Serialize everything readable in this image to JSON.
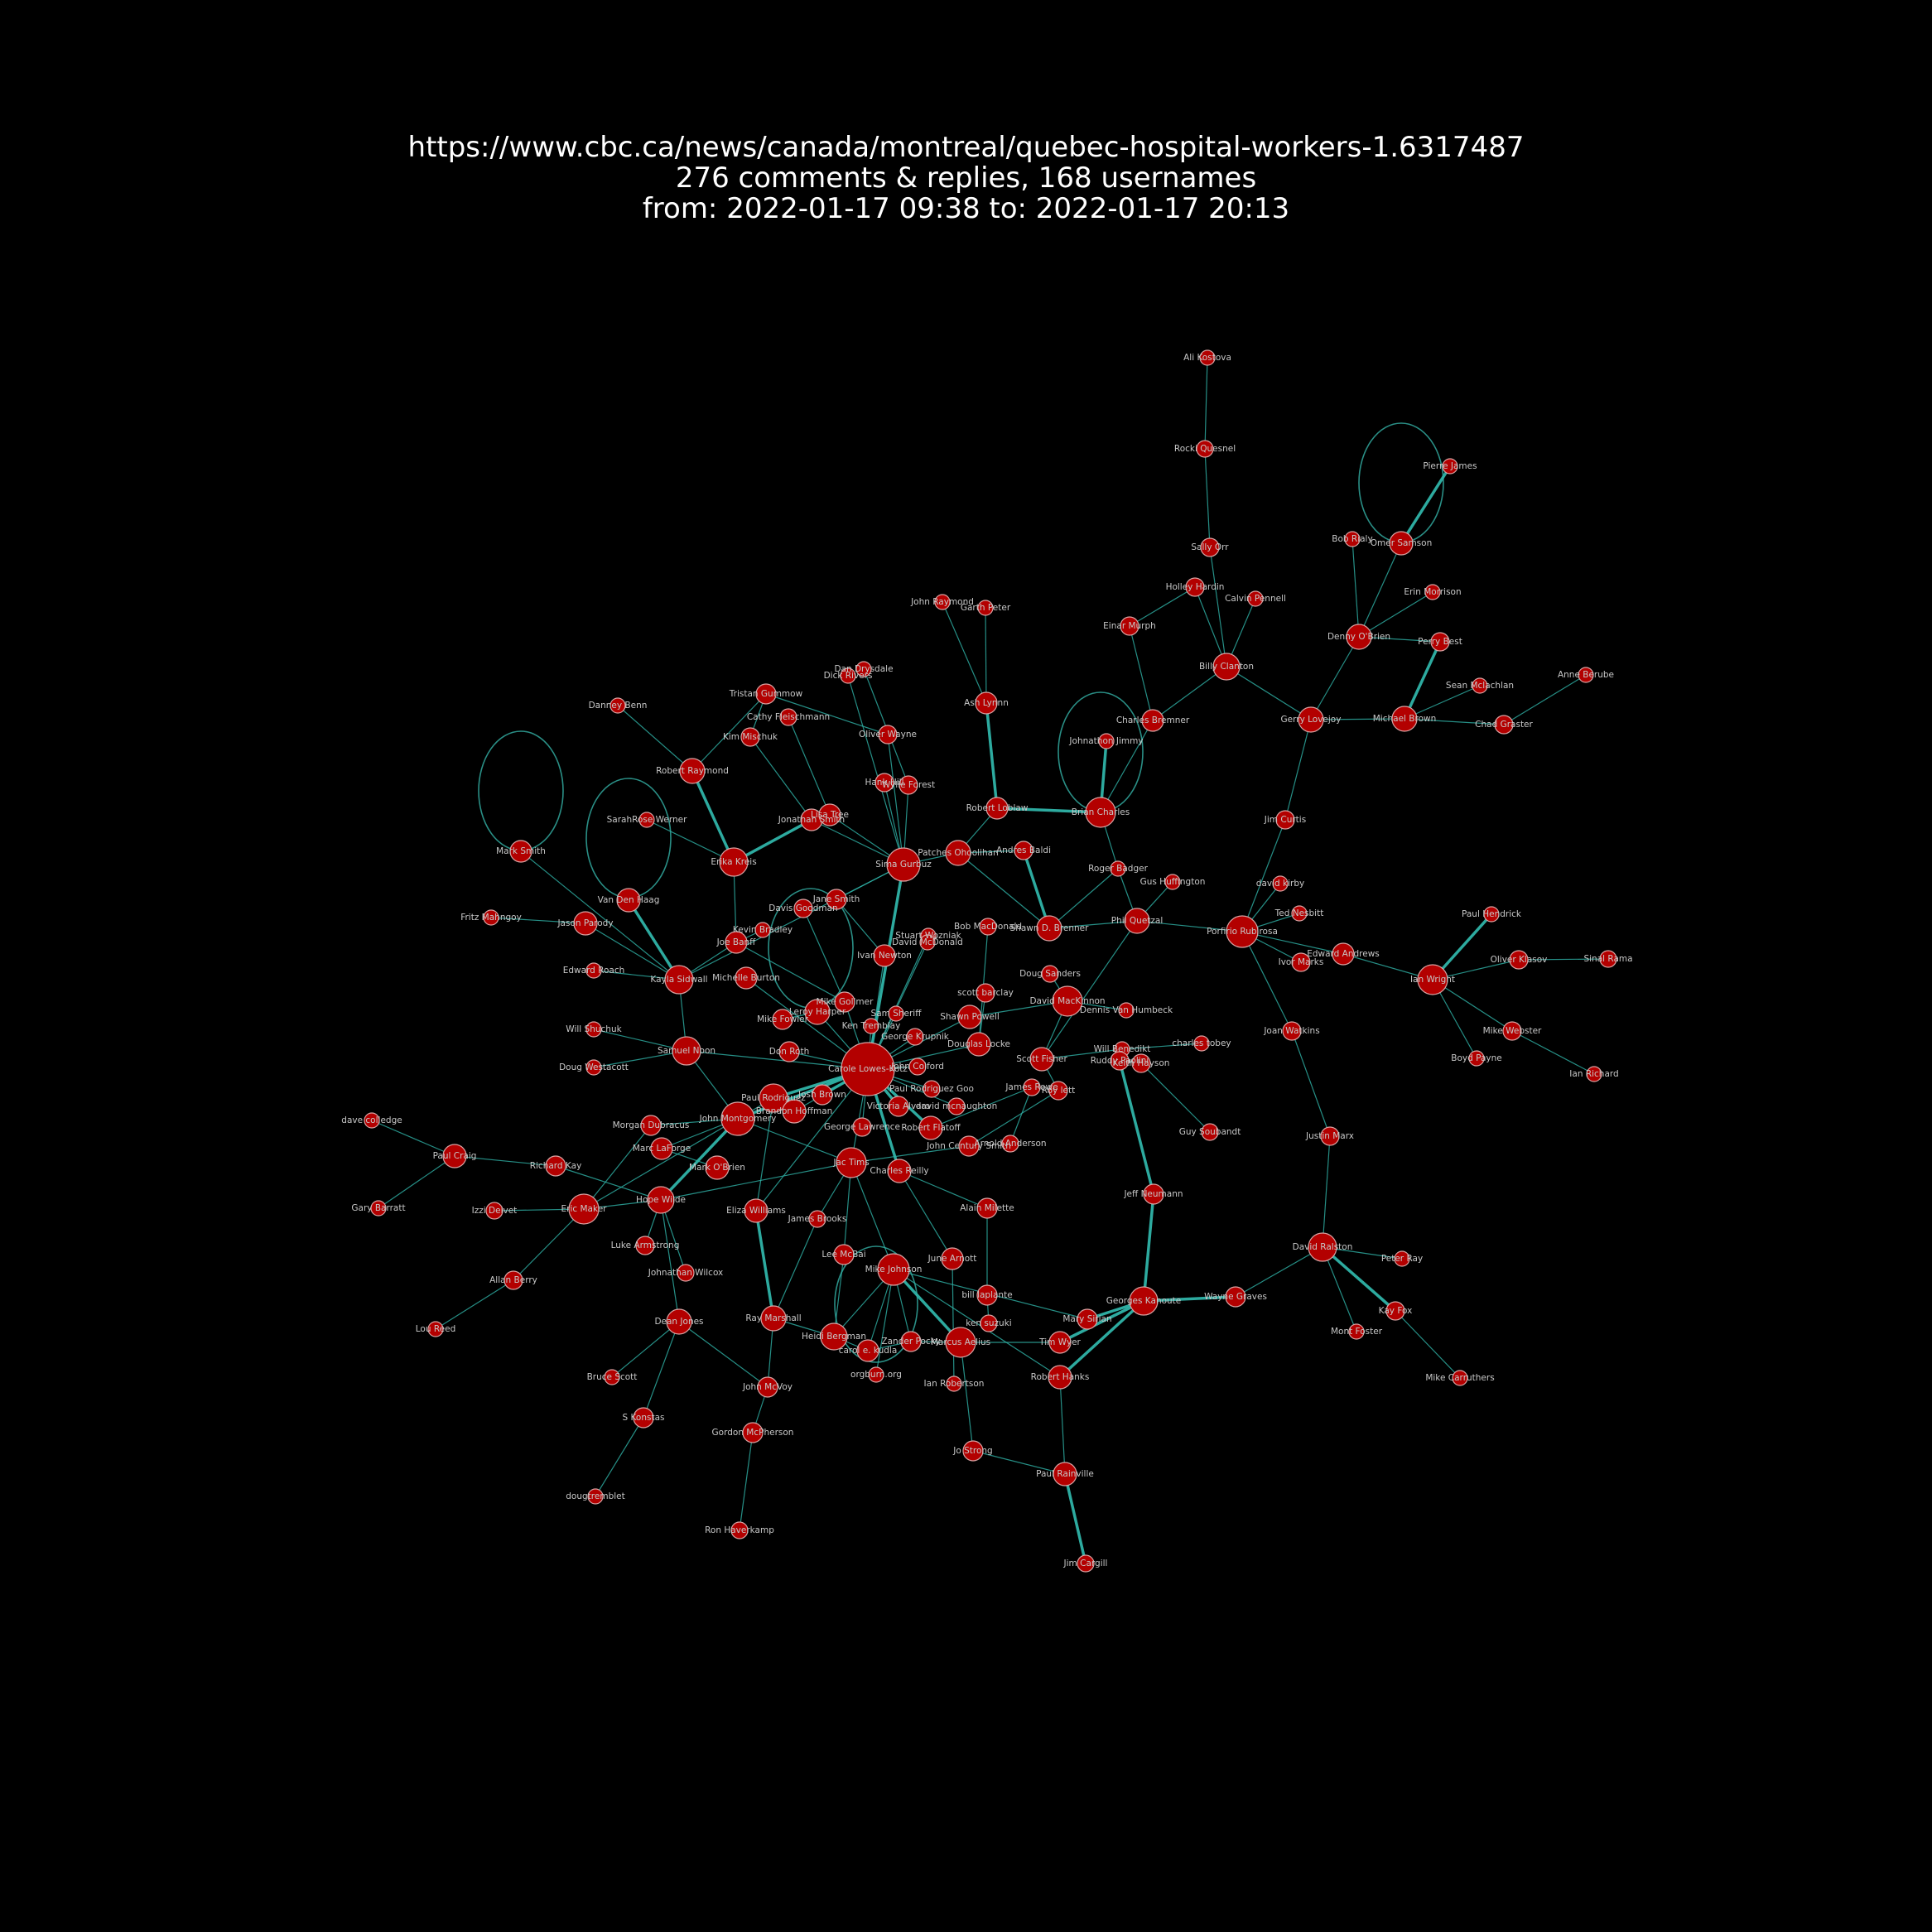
{
  "title": {
    "url": "https://www.cbc.ca/news/canada/montreal/quebec-hospital-workers-1.6317487",
    "counts": "276 comments & replies, 168 usernames",
    "range": "from: 2022-01-17 09:38 to: 2022-01-17 20:13"
  },
  "colors": {
    "background": "#000000",
    "node_fill": "#b30000",
    "node_edge": "#d9a3a3",
    "edge": "#2fb3a8",
    "label": "#c8c8c8",
    "title": "#ffffff"
  },
  "nodes": [
    {
      "id": "Ali Kostova"
    },
    {
      "id": "Rocki Quesnel"
    },
    {
      "id": "Sally Orr"
    },
    {
      "id": "Holley Hardin"
    },
    {
      "id": "Calvin Pennell"
    },
    {
      "id": "Einar Murph"
    },
    {
      "id": "Billy Clanton"
    },
    {
      "id": "Charles Bremner"
    },
    {
      "id": "Pierre James"
    },
    {
      "id": "Bob Rialy"
    },
    {
      "id": "Omer Samson"
    },
    {
      "id": "Erin Morrison"
    },
    {
      "id": "Denny O'Brien"
    },
    {
      "id": "Perry Best"
    },
    {
      "id": "Sean Mclachlan"
    },
    {
      "id": "Anne Berube"
    },
    {
      "id": "Gerry Lovejoy"
    },
    {
      "id": "Michael Brown"
    },
    {
      "id": "Chad Graster"
    },
    {
      "id": "John Raymond"
    },
    {
      "id": "Garth Peter"
    },
    {
      "id": "Ash Lynnn"
    },
    {
      "id": "Johnathon Jimmy"
    },
    {
      "id": "Robert Loblaw"
    },
    {
      "id": "Brian Charles"
    },
    {
      "id": "Jim Curtis"
    },
    {
      "id": "Roger Badger"
    },
    {
      "id": "Gus Huffington"
    },
    {
      "id": "david kirby"
    },
    {
      "id": "Ted Nesbitt"
    },
    {
      "id": "Phil Quetzal"
    },
    {
      "id": "Porfirio Rubirosa"
    },
    {
      "id": "Ivor Marks"
    },
    {
      "id": "Edward Andrews"
    },
    {
      "id": "Paul Hendrick"
    },
    {
      "id": "Ian Wright"
    },
    {
      "id": "Oliver Klasov"
    },
    {
      "id": "Sinal Rama"
    },
    {
      "id": "Mike Webster"
    },
    {
      "id": "Boyd Payne"
    },
    {
      "id": "Ian Richard"
    },
    {
      "id": "Joan Watkins"
    },
    {
      "id": "Justin Marx"
    },
    {
      "id": "Dan Drysdale"
    },
    {
      "id": "Dick Rivers"
    },
    {
      "id": "Danney Benn"
    },
    {
      "id": "Tristan Gummow"
    },
    {
      "id": "Cathy Fleischmann"
    },
    {
      "id": "Kim Mischuk"
    },
    {
      "id": "Oliver Wayne"
    },
    {
      "id": "Robert Raymond"
    },
    {
      "id": "Hank Hill"
    },
    {
      "id": "Wylie Forest"
    },
    {
      "id": "SarahRose Werner"
    },
    {
      "id": "Jonathan Smith"
    },
    {
      "id": "Lisa Tree"
    },
    {
      "id": "Mark Smith"
    },
    {
      "id": "Erika Kreis"
    },
    {
      "id": "Sima Gurbuz"
    },
    {
      "id": "Patches Ohoolihan"
    },
    {
      "id": "Andres Baldi"
    },
    {
      "id": "Van Den Haag"
    },
    {
      "id": "Jane Smith"
    },
    {
      "id": "Davis Goodman"
    },
    {
      "id": "Fritz Mahngoy"
    },
    {
      "id": "Jason Parody"
    },
    {
      "id": "Kevin Bradley"
    },
    {
      "id": "Joe Banff"
    },
    {
      "id": "Bob MacDonald"
    },
    {
      "id": "Shawn D. Brenner"
    },
    {
      "id": "Stuart Wozniak"
    },
    {
      "id": "David McDonald"
    },
    {
      "id": "Ivan Newton"
    },
    {
      "id": "Edward Roach"
    },
    {
      "id": "Kayla Sidwall"
    },
    {
      "id": "Michelle Burton"
    },
    {
      "id": "Doug Sanders"
    },
    {
      "id": "scott barclay"
    },
    {
      "id": "David MacKinnon"
    },
    {
      "id": "Dennis Van Humbeck"
    },
    {
      "id": "Mike Gollmer"
    },
    {
      "id": "Leroy Harper"
    },
    {
      "id": "Sam Sheriff"
    },
    {
      "id": "Mike Fowler"
    },
    {
      "id": "Ken Tremblay"
    },
    {
      "id": "Shawn Powell"
    },
    {
      "id": "George Krupnik"
    },
    {
      "id": "Will Shuchuk"
    },
    {
      "id": "Samuel Noon"
    },
    {
      "id": "Don Roth"
    },
    {
      "id": "Douglas Locke"
    },
    {
      "id": "Will Benedikt"
    },
    {
      "id": "charles tobey"
    },
    {
      "id": "Scott Fisher"
    },
    {
      "id": "Ruddy Paolini"
    },
    {
      "id": "Keith Hayson"
    },
    {
      "id": "Doug Westacott"
    },
    {
      "id": "Carole Lowes-Kotz"
    },
    {
      "id": "John Colford"
    },
    {
      "id": "dave colledge"
    },
    {
      "id": "Paul Rodriguez"
    },
    {
      "id": "Josh Brown"
    },
    {
      "id": "Paul Rodriguez Goo"
    },
    {
      "id": "James Rowe"
    },
    {
      "id": "Roy lett"
    },
    {
      "id": "Morgan Dubracus"
    },
    {
      "id": "John Montgomery"
    },
    {
      "id": "Brandon Hoffman"
    },
    {
      "id": "Victoria Alvaro"
    },
    {
      "id": "david mcnaughton"
    },
    {
      "id": "George Lawrence"
    },
    {
      "id": "Robert Flatoff"
    },
    {
      "id": "Guy Soubandt"
    },
    {
      "id": "Paul Craig"
    },
    {
      "id": "Richard Kay"
    },
    {
      "id": "Marc LaForge"
    },
    {
      "id": "Mark O'Brien"
    },
    {
      "id": "Jac Tims"
    },
    {
      "id": "Charles Reilly"
    },
    {
      "id": "John Century Smith"
    },
    {
      "id": "Arnold Anderson"
    },
    {
      "id": "Jeff Neumann"
    },
    {
      "id": "Gary Barratt"
    },
    {
      "id": "Izzi Delvet"
    },
    {
      "id": "Eric Maker"
    },
    {
      "id": "Hope Wilde"
    },
    {
      "id": "Eliza Williams"
    },
    {
      "id": "James Brooks"
    },
    {
      "id": "Alain Milette"
    },
    {
      "id": "Luke Armstrong"
    },
    {
      "id": "Lee McBai"
    },
    {
      "id": "David Ralston"
    },
    {
      "id": "Peter Ray"
    },
    {
      "id": "Johnathan Wilcox"
    },
    {
      "id": "June Arnott"
    },
    {
      "id": "Mike Johnson"
    },
    {
      "id": "Allan Berry"
    },
    {
      "id": "Georges Kanoute"
    },
    {
      "id": "Wayne Graves"
    },
    {
      "id": "bill laplante"
    },
    {
      "id": "Dean Jones"
    },
    {
      "id": "Ray Marshall"
    },
    {
      "id": "Mary Sirian"
    },
    {
      "id": "Kay Fox"
    },
    {
      "id": "Lou Reed"
    },
    {
      "id": "ken suzuki"
    },
    {
      "id": "Heidi Bergman"
    },
    {
      "id": "Zander Pocky"
    },
    {
      "id": "Marcus Aelius"
    },
    {
      "id": "Tim Wyer"
    },
    {
      "id": "Mont Foster"
    },
    {
      "id": "carol e. kudla"
    },
    {
      "id": "Bruce Scott"
    },
    {
      "id": "orgburn.org"
    },
    {
      "id": "Robert Hanks"
    },
    {
      "id": "Mike Carruthers"
    },
    {
      "id": "John McVoy"
    },
    {
      "id": "Ian Robertson"
    },
    {
      "id": "S Konstas"
    },
    {
      "id": "Gordon McPherson"
    },
    {
      "id": "Jo Strong"
    },
    {
      "id": "Paul Rainville"
    },
    {
      "id": "dougtremblet"
    },
    {
      "id": "Ron Haverkamp"
    },
    {
      "id": "Jim Cargill"
    }
  ],
  "edges": [
    [
      "Ali Kostova",
      "Rocki Quesnel"
    ],
    [
      "Rocki Quesnel",
      "Sally Orr"
    ],
    [
      "Sally Orr",
      "Billy Clanton"
    ],
    [
      "Holley Hardin",
      "Billy Clanton"
    ],
    [
      "Holley Hardin",
      "Einar Murph"
    ],
    [
      "Calvin Pennell",
      "Billy Clanton"
    ],
    [
      "Einar Murph",
      "Charles Bremner"
    ],
    [
      "Charles Bremner",
      "Billy Clanton"
    ],
    [
      "Billy Clanton",
      "Gerry Lovejoy"
    ],
    [
      "Charles Bremner",
      "Brian Charles"
    ],
    [
      "Pierre James",
      "Omer Samson"
    ],
    [
      "Bob Rialy",
      "Denny O'Brien"
    ],
    [
      "Omer Samson",
      "Denny O'Brien"
    ],
    [
      "Erin Morrison",
      "Denny O'Brien"
    ],
    [
      "Perry Best",
      "Denny O'Brien"
    ],
    [
      "Perry Best",
      "Michael Brown"
    ],
    [
      "Sean Mclachlan",
      "Michael Brown"
    ],
    [
      "Anne Berube",
      "Chad Graster"
    ],
    [
      "Gerry Lovejoy",
      "Denny O'Brien"
    ],
    [
      "Gerry Lovejoy",
      "Michael Brown"
    ],
    [
      "Michael Brown",
      "Chad Graster"
    ],
    [
      "Gerry Lovejoy",
      "Jim Curtis"
    ],
    [
      "Jim Curtis",
      "Porfirio Rubirosa"
    ],
    [
      "John Raymond",
      "Ash Lynnn"
    ],
    [
      "Garth Peter",
      "Ash Lynnn"
    ],
    [
      "Ash Lynnn",
      "Robert Loblaw"
    ],
    [
      "Robert Loblaw",
      "Brian Charles"
    ],
    [
      "Johnathon Jimmy",
      "Brian Charles"
    ],
    [
      "Brian Charles",
      "Roger Badger"
    ],
    [
      "Roger Badger",
      "Phil Quetzal"
    ],
    [
      "Gus Huffington",
      "Phil Quetzal"
    ],
    [
      "Phil Quetzal",
      "Porfirio Rubirosa"
    ],
    [
      "david kirby",
      "Porfirio Rubirosa"
    ],
    [
      "Ted Nesbitt",
      "Porfirio Rubirosa"
    ],
    [
      "Ivor Marks",
      "Porfirio Rubirosa"
    ],
    [
      "Edward Andrews",
      "Porfirio Rubirosa"
    ],
    [
      "Edward Andrews",
      "Ian Wright"
    ],
    [
      "Paul Hendrick",
      "Ian Wright"
    ],
    [
      "Oliver Klasov",
      "Ian Wright"
    ],
    [
      "Sinal Rama",
      "Oliver Klasov"
    ],
    [
      "Mike Webster",
      "Ian Wright"
    ],
    [
      "Boyd Payne",
      "Ian Wright"
    ],
    [
      "Ian Richard",
      "Mike Webster"
    ],
    [
      "Porfirio Rubirosa",
      "Joan Watkins"
    ],
    [
      "Joan Watkins",
      "Justin Marx"
    ],
    [
      "Justin Marx",
      "David Ralston"
    ],
    [
      "Roger Badger",
      "Shawn D. Brenner"
    ],
    [
      "Dan Drysdale",
      "Wylie Forest"
    ],
    [
      "Dick Rivers",
      "Sima Gurbuz"
    ],
    [
      "Danney Benn",
      "Robert Raymond"
    ],
    [
      "Tristan Gummow",
      "Robert Raymond"
    ],
    [
      "Tristan Gummow",
      "Oliver Wayne"
    ],
    [
      "Cathy Fleischmann",
      "Lisa Tree"
    ],
    [
      "Kim Mischuk",
      "Jonathan Smith"
    ],
    [
      "Kim Mischuk",
      "Tristan Gummow"
    ],
    [
      "Oliver Wayne",
      "Sima Gurbuz"
    ],
    [
      "Robert Raymond",
      "Erika Kreis"
    ],
    [
      "Hank Hill",
      "Sima Gurbuz"
    ],
    [
      "Wylie Forest",
      "Sima Gurbuz"
    ],
    [
      "SarahRose Werner",
      "Erika Kreis"
    ],
    [
      "Jonathan Smith",
      "Erika Kreis"
    ],
    [
      "Jonathan Smith",
      "Sima Gurbuz"
    ],
    [
      "Lisa Tree",
      "Sima Gurbuz"
    ],
    [
      "Mark Smith",
      "Kayla Sidwall"
    ],
    [
      "Erika Kreis",
      "Joe Banff"
    ],
    [
      "Sima Gurbuz",
      "Patches Ohoolihan"
    ],
    [
      "Sima Gurbuz",
      "Carole Lowes-Kotz"
    ],
    [
      "Sima Gurbuz",
      "Jane Smith"
    ],
    [
      "Patches Ohoolihan",
      "Andres Baldi"
    ],
    [
      "Patches Ohoolihan",
      "Shawn D. Brenner"
    ],
    [
      "Andres Baldi",
      "Shawn D. Brenner"
    ],
    [
      "Patches Ohoolihan",
      "Robert Loblaw"
    ],
    [
      "Van Den Haag",
      "Kayla Sidwall"
    ],
    [
      "Jane Smith",
      "Ivan Newton"
    ],
    [
      "Davis Goodman",
      "Mike Gollmer"
    ],
    [
      "Fritz Mahngoy",
      "Jason Parody"
    ],
    [
      "Jason Parody",
      "Kayla Sidwall"
    ],
    [
      "Kevin Bradley",
      "Joe Banff"
    ],
    [
      "Joe Banff",
      "Kayla Sidwall"
    ],
    [
      "Joe Banff",
      "Mike Gollmer"
    ],
    [
      "Bob MacDonald",
      "Douglas Locke"
    ],
    [
      "Shawn D. Brenner",
      "Phil Quetzal"
    ],
    [
      "Stuart Wozniak",
      "Carole Lowes-Kotz"
    ],
    [
      "David McDonald",
      "Carole Lowes-Kotz"
    ],
    [
      "Ivan Newton",
      "Carole Lowes-Kotz"
    ],
    [
      "Edward Roach",
      "Kayla Sidwall"
    ],
    [
      "Kayla Sidwall",
      "Samuel Noon"
    ],
    [
      "Kayla Sidwall",
      "Sima Gurbuz"
    ],
    [
      "Michelle Burton",
      "Carole Lowes-Kotz"
    ],
    [
      "Doug Sanders",
      "David MacKinnon"
    ],
    [
      "scott barclay",
      "Douglas Locke"
    ],
    [
      "David MacKinnon",
      "Scott Fisher"
    ],
    [
      "David MacKinnon",
      "Dennis Van Humbeck"
    ],
    [
      "David MacKinnon",
      "Shawn Powell"
    ],
    [
      "Mike Gollmer",
      "Carole Lowes-Kotz"
    ],
    [
      "Leroy Harper",
      "Carole Lowes-Kotz"
    ],
    [
      "Sam Sheriff",
      "Carole Lowes-Kotz"
    ],
    [
      "Mike Fowler",
      "Leroy Harper"
    ],
    [
      "Ken Tremblay",
      "Carole Lowes-Kotz"
    ],
    [
      "Shawn Powell",
      "Carole Lowes-Kotz"
    ],
    [
      "George Krupnik",
      "Carole Lowes-Kotz"
    ],
    [
      "Will Shuchuk",
      "Samuel Noon"
    ],
    [
      "Samuel Noon",
      "Carole Lowes-Kotz"
    ],
    [
      "Samuel Noon",
      "Doug Westacott"
    ],
    [
      "Don Roth",
      "Carole Lowes-Kotz"
    ],
    [
      "Douglas Locke",
      "Carole Lowes-Kotz"
    ],
    [
      "Will Benedikt",
      "Scott Fisher"
    ],
    [
      "charles tobey",
      "Will Benedikt"
    ],
    [
      "Ruddy Paolini",
      "Keith Hayson"
    ],
    [
      "Keith Hayson",
      "Guy Soubandt"
    ],
    [
      "Phil Quetzal",
      "Scott Fisher"
    ],
    [
      "Scott Fisher",
      "Roy lett"
    ],
    [
      "Carole Lowes-Kotz",
      "John Colford"
    ],
    [
      "Carole Lowes-Kotz",
      "Paul Rodriguez"
    ],
    [
      "Carole Lowes-Kotz",
      "Josh Brown"
    ],
    [
      "Carole Lowes-Kotz",
      "Paul Rodriguez Goo"
    ],
    [
      "Carole Lowes-Kotz",
      "Victoria Alvaro"
    ],
    [
      "Carole Lowes-Kotz",
      "Robert Flatoff"
    ],
    [
      "Carole Lowes-Kotz",
      "Jac Tims"
    ],
    [
      "Carole Lowes-Kotz",
      "John Montgomery"
    ],
    [
      "Carole Lowes-Kotz",
      "George Lawrence"
    ],
    [
      "Carole Lowes-Kotz",
      "Charles Reilly"
    ],
    [
      "Carole Lowes-Kotz",
      "Brandon Hoffman"
    ],
    [
      "James Rowe",
      "Robert Flatoff"
    ],
    [
      "James Rowe",
      "Arnold Anderson"
    ],
    [
      "Roy lett",
      "John Century Smith"
    ],
    [
      "david mcnaughton",
      "Carole Lowes-Kotz"
    ],
    [
      "Morgan Dubracus",
      "John Montgomery"
    ],
    [
      "John Montgomery",
      "Paul Rodriguez"
    ],
    [
      "John Montgomery",
      "Jac Tims"
    ],
    [
      "John Montgomery",
      "Samuel Noon"
    ],
    [
      "John Montgomery",
      "Eric Maker"
    ],
    [
      "John Montgomery",
      "Hope Wilde"
    ],
    [
      "John Montgomery",
      "Marc LaForge"
    ],
    [
      "Marc LaForge",
      "Mark O'Brien"
    ],
    [
      "Paul Rodriguez",
      "Eliza Williams"
    ],
    [
      "dave colledge",
      "Paul Craig"
    ],
    [
      "Paul Craig",
      "Richard Kay"
    ],
    [
      "Paul Craig",
      "Gary Barratt"
    ],
    [
      "Richard Kay",
      "Hope Wilde"
    ],
    [
      "Izzi Delvet",
      "Eric Maker"
    ],
    [
      "Eric Maker",
      "Hope Wilde"
    ],
    [
      "Eric Maker",
      "Allan Berry"
    ],
    [
      "Eric Maker",
      "Morgan Dubracus"
    ],
    [
      "Allan Berry",
      "Lou Reed"
    ],
    [
      "Hope Wilde",
      "Dean Jones"
    ],
    [
      "Hope Wilde",
      "Luke Armstrong"
    ],
    [
      "Hope Wilde",
      "Jac Tims"
    ],
    [
      "Jac Tims",
      "John Century Smith"
    ],
    [
      "Jac Tims",
      "Lee McBai"
    ],
    [
      "Jac Tims",
      "Mike Johnson"
    ],
    [
      "Charles Reilly",
      "Alain Milette"
    ],
    [
      "Charles Reilly",
      "June Arnott"
    ],
    [
      "Eliza Williams",
      "Ray Marshall"
    ],
    [
      "James Brooks",
      "Jac Tims"
    ],
    [
      "Alain Milette",
      "bill laplante"
    ],
    [
      "bill laplante",
      "ken suzuki"
    ],
    [
      "Lee McBai",
      "Heidi Bergman"
    ],
    [
      "Mike Johnson",
      "Heidi Bergman"
    ],
    [
      "Mike Johnson",
      "Zander Pocky"
    ],
    [
      "Mike Johnson",
      "Marcus Aelius"
    ],
    [
      "Mike Johnson",
      "carol e. kudla"
    ],
    [
      "Mike Johnson",
      "orgburn.org"
    ],
    [
      "Mike Johnson",
      "Mary Sirian"
    ],
    [
      "Mike Johnson",
      "Robert Hanks"
    ],
    [
      "June Arnott",
      "Ian Robertson"
    ],
    [
      "Marcus Aelius",
      "Tim Wyer"
    ],
    [
      "Marcus Aelius",
      "Jo Strong"
    ],
    [
      "Marcus Aelius",
      "Zander Pocky"
    ],
    [
      "Tim Wyer",
      "Georges Kanoute"
    ],
    [
      "Mary Sirian",
      "Georges Kanoute"
    ],
    [
      "Robert Hanks",
      "Georges Kanoute"
    ],
    [
      "Robert Hanks",
      "Paul Rainville"
    ],
    [
      "Georges Kanoute",
      "Wayne Graves"
    ],
    [
      "Georges Kanoute",
      "Jeff Neumann"
    ],
    [
      "Jeff Neumann",
      "Ruddy Paolini"
    ],
    [
      "Wayne Graves",
      "David Ralston"
    ],
    [
      "David Ralston",
      "Peter Ray"
    ],
    [
      "David Ralston",
      "Kay Fox"
    ],
    [
      "David Ralston",
      "Mont Foster"
    ],
    [
      "Kay Fox",
      "Mike Carruthers"
    ],
    [
      "Dean Jones",
      "Bruce Scott"
    ],
    [
      "Dean Jones",
      "S Konstas"
    ],
    [
      "Dean Jones",
      "John McVoy"
    ],
    [
      "S Konstas",
      "dougtremblet"
    ],
    [
      "Ray Marshall",
      "John McVoy"
    ],
    [
      "Ray Marshall",
      "Heidi Bergman"
    ],
    [
      "John McVoy",
      "Gordon McPherson"
    ],
    [
      "Gordon McPherson",
      "Ron Haverkamp"
    ],
    [
      "Jo Strong",
      "Paul Rainville"
    ],
    [
      "Paul Rainville",
      "Jim Cargill"
    ],
    [
      "Johnathan Wilcox",
      "Hope Wilde"
    ],
    [
      "Heidi Bergman",
      "carol e. kudla"
    ],
    [
      "Zander Pocky",
      "carol e. kudla"
    ],
    [
      "Eliza Williams",
      "Carole Lowes-Kotz"
    ],
    [
      "Ray Marshall",
      "James Brooks"
    ]
  ]
}
